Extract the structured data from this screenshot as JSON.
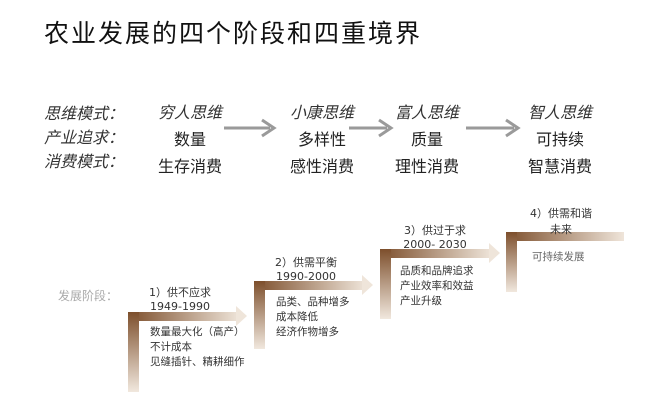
{
  "title": "农业发展的四个阶段和四重境界",
  "row_labels": [
    "思维模式：",
    "产业追求：",
    "消费模式："
  ],
  "columns": [
    {
      "mindset": "穷人思维",
      "pursuit": "数量",
      "consumption": "生存消费"
    },
    {
      "mindset": "小康思维",
      "pursuit": "多样性",
      "consumption": "感性消费"
    },
    {
      "mindset": "富人思维",
      "pursuit": "质量",
      "consumption": "理性消费"
    },
    {
      "mindset": "智人思维",
      "pursuit": "可持续",
      "consumption": "智慧消费"
    }
  ],
  "phase_label": "发展阶段：",
  "stages": [
    {
      "name": "1）供不应求",
      "years": "1949-1990",
      "desc": [
        "数量最大化（高产）",
        "不计成本",
        "见缝插针、精耕细作"
      ]
    },
    {
      "name": "2）供需平衡",
      "years": "1990-2000",
      "desc": [
        "品类、品种增多",
        "成本降低",
        "经济作物增多"
      ]
    },
    {
      "name": "3）供过于求",
      "years": "2000- 2030",
      "desc": [
        "品质和品牌追求",
        "产业效率和效益",
        "产业升级"
      ]
    },
    {
      "name": "4）供需和谐",
      "years": "未来",
      "desc": [
        "可持续发展"
      ]
    }
  ],
  "colors": {
    "stair_dark": "#8a5a35",
    "stair_light": "#e8dccf",
    "arrow_gray": "#9a9a9a"
  }
}
